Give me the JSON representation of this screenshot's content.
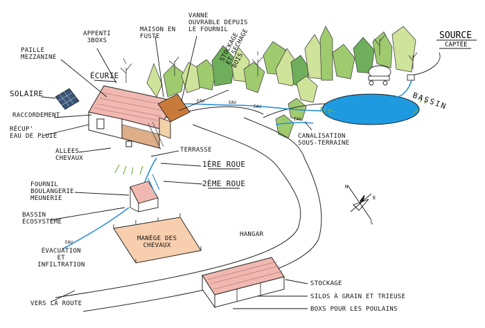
{
  "labels": {
    "source_title": "SOURCE",
    "source_sub": "CAPTÉE",
    "bassin": "BASSIN",
    "appentis_1": "APPENTI",
    "appentis_2": "3BOXS",
    "maison_1": "MAISON EN",
    "maison_2": "FUSTE",
    "vanne_1": "VANNE",
    "vanne_2": "OUVRABLE DEPUIS",
    "vanne_3": "LE FOURNIL",
    "paille_1": "PAILLE",
    "paille_2": "MEZZANINE",
    "ecurie": "ÉCURIE",
    "storage_1": "STOCKAGE",
    "storage_2": "ET SECHAGE",
    "storage_3": "BOIS",
    "solaire": "SOLAIRE",
    "raccordement": "RACCORDEMENT",
    "recup_1": "RÉCUP'",
    "recup_2": "EAU DE PLUIE",
    "allees_1": "ALLÉES",
    "allees_2": "CHEVAUX",
    "terrasse": "TERRASSE",
    "roue_1": "1ère ROUE",
    "roue_2": "2ème ROUE",
    "fournil_1": "FOURNIL",
    "fournil_2": "BOULANGERIE",
    "fournil_3": "MEUNERIE",
    "canal_1": "CANALISATION",
    "canal_2": "SOUS-TERRAINE",
    "bassin_eco_1": "BASSIN",
    "bassin_eco_2": "ÉCOSYSTÈME",
    "evac_1": "ÉVACUATION",
    "evac_2": "ET",
    "evac_3": "INFILTRATION",
    "manege_1": "MANÈGE DES",
    "manege_2": "CHEVAUX",
    "hangar": "HANGAR",
    "stockage": "STOCKAGE",
    "silos": "SILOS À GRAIN ET TRIEUSE",
    "boxs": "BOXS POUR LES POULAINS",
    "route": "VERS LA ROUTE",
    "eau": "EAU",
    "compass_n": "N",
    "compass_e": "E",
    "compass_s": "S"
  },
  "colors": {
    "ink": "#1a1a1a",
    "water": "#2a8fd6",
    "pond": "#1e9ae0",
    "roof": "#f0b8b0",
    "manege": "#f8cfae",
    "tree_light": "#cfe39a",
    "tree_mid": "#9fcb6e",
    "tree_dark": "#6fae5a",
    "solar": "#3a5577",
    "grass": "#7ab34a",
    "wood": "#c87a3a"
  },
  "icons": [
    "compass-rose-icon",
    "solar-panel-icon",
    "water-tank-truck-icon"
  ]
}
